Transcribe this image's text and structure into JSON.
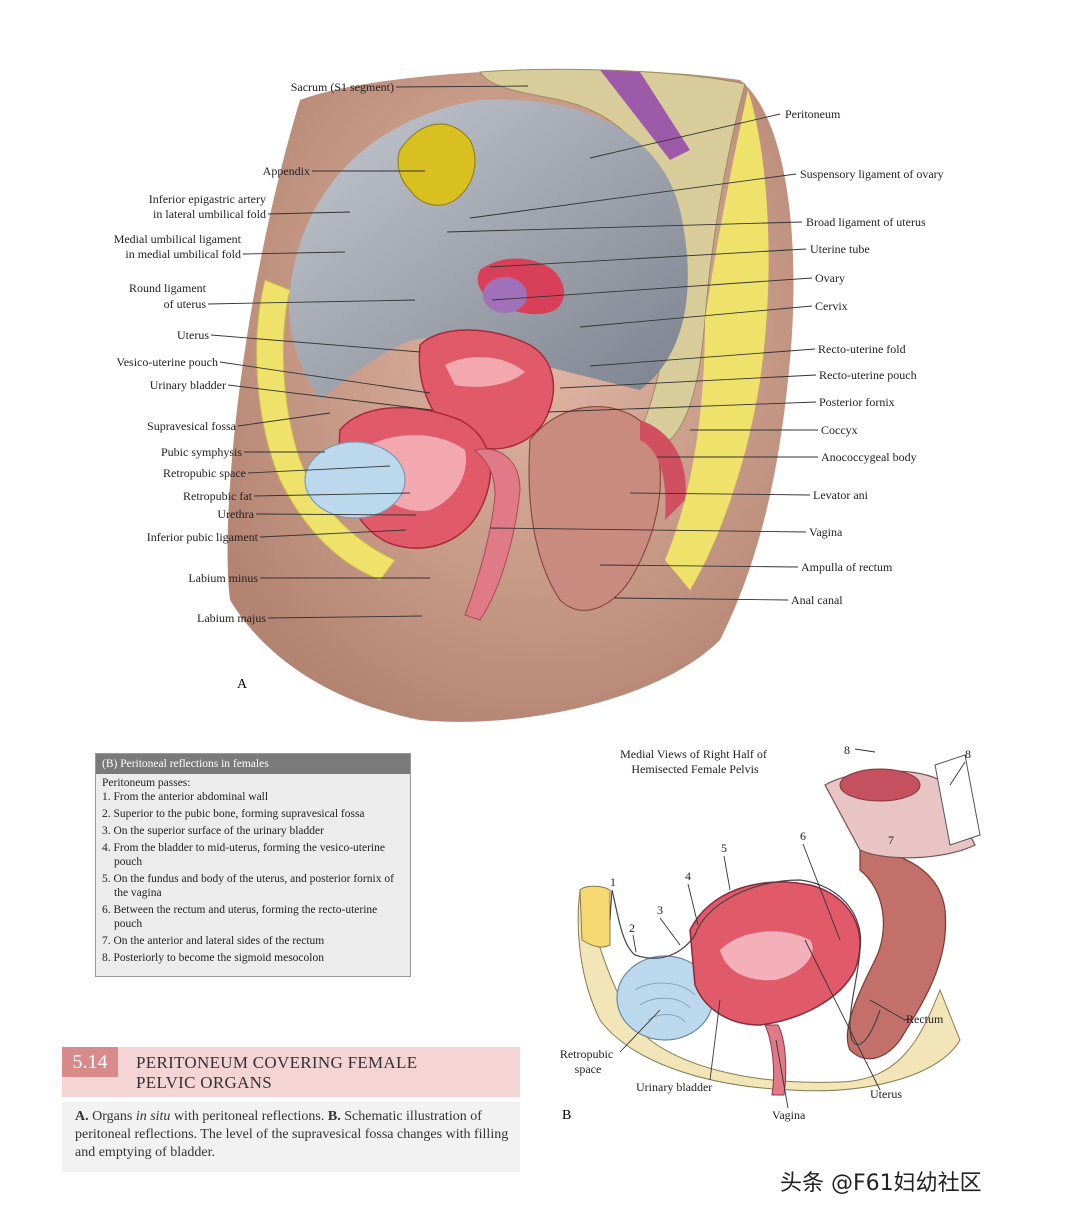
{
  "figure_a": {
    "panel_label": "A",
    "labels_left": [
      {
        "key": "sacrum",
        "lines": [
          "Sacrum (S1 segment)"
        ]
      },
      {
        "key": "appendix",
        "lines": [
          "Appendix"
        ]
      },
      {
        "key": "inf_epigastric",
        "lines": [
          "Inferior epigastric artery",
          "in lateral umbilical fold"
        ]
      },
      {
        "key": "medial_umbilical",
        "lines": [
          "Medial umbilical ligament",
          "in medial umbilical fold"
        ]
      },
      {
        "key": "round_lig",
        "lines": [
          "Round ligament",
          "of uterus"
        ]
      },
      {
        "key": "uterus",
        "lines": [
          "Uterus"
        ]
      },
      {
        "key": "vesico_pouch",
        "lines": [
          "Vesico-uterine pouch"
        ]
      },
      {
        "key": "bladder",
        "lines": [
          "Urinary bladder"
        ]
      },
      {
        "key": "supravesical",
        "lines": [
          "Supravesical fossa"
        ]
      },
      {
        "key": "pubic_symph",
        "lines": [
          "Pubic symphysis"
        ]
      },
      {
        "key": "retropubic_space",
        "lines": [
          "Retropubic space"
        ]
      },
      {
        "key": "retropubic_fat",
        "lines": [
          "Retropubic fat"
        ]
      },
      {
        "key": "urethra",
        "lines": [
          "Urethra"
        ]
      },
      {
        "key": "inf_pubic_lig",
        "lines": [
          "Inferior pubic ligament"
        ]
      },
      {
        "key": "labium_minus",
        "lines": [
          "Labium minus"
        ]
      },
      {
        "key": "labium_majus",
        "lines": [
          "Labium majus"
        ]
      }
    ],
    "labels_right": [
      {
        "key": "peritoneum",
        "lines": [
          "Peritoneum"
        ]
      },
      {
        "key": "suspensory",
        "lines": [
          "Suspensory ligament of ovary"
        ]
      },
      {
        "key": "broad_lig",
        "lines": [
          "Broad ligament of uterus"
        ]
      },
      {
        "key": "uterine_tube",
        "lines": [
          "Uterine tube"
        ]
      },
      {
        "key": "ovary",
        "lines": [
          "Ovary"
        ]
      },
      {
        "key": "cervix",
        "lines": [
          "Cervix"
        ]
      },
      {
        "key": "recto_fold",
        "lines": [
          "Recto-uterine fold"
        ]
      },
      {
        "key": "recto_pouch",
        "lines": [
          "Recto-uterine pouch"
        ]
      },
      {
        "key": "post_fornix",
        "lines": [
          "Posterior fornix"
        ]
      },
      {
        "key": "coccyx",
        "lines": [
          "Coccyx"
        ]
      },
      {
        "key": "anococcygeal",
        "lines": [
          "Anococcygeal body"
        ]
      },
      {
        "key": "levator_ani",
        "lines": [
          "Levator ani"
        ]
      },
      {
        "key": "vagina",
        "lines": [
          "Vagina"
        ]
      },
      {
        "key": "ampulla",
        "lines": [
          "Ampulla of rectum"
        ]
      },
      {
        "key": "anal_canal",
        "lines": [
          "Anal canal"
        ]
      }
    ]
  },
  "box_b": {
    "header": "(B) Peritoneal reflections in females",
    "intro": "Peritoneum passes:",
    "items": [
      "1. From the anterior abdominal wall",
      "2. Superior to the pubic bone, forming supravesical fossa",
      "3. On the superior surface of the urinary bladder",
      "4. From the bladder to mid-uterus, forming the vesico-uterine pouch",
      "5. On the fundus and body of the uterus, and posterior fornix of the vagina",
      "6. Between the rectum and uterus, forming the recto-uterine pouch",
      "7. On the anterior and lateral sides of the rectum",
      "8. Posteriorly to become the sigmoid mesocolon"
    ]
  },
  "figure_b": {
    "title_lines": [
      "Medial Views of Right Half of",
      "Hemisected Female Pelvis"
    ],
    "panel_label": "B",
    "numbers": [
      "1",
      "2",
      "3",
      "4",
      "5",
      "6",
      "7",
      "8",
      "8"
    ],
    "labels": {
      "rectum": "Rectum",
      "retropubic": [
        "Retropubic",
        "space"
      ],
      "bladder": "Urinary bladder",
      "vagina": "Vagina",
      "uterus": "Uterus"
    }
  },
  "caption": {
    "number": "5.14",
    "title_lines": [
      "PERITONEUM COVERING FEMALE",
      "PELVIC ORGANS"
    ],
    "part_a_label": "A.",
    "part_a_pre": " Organs ",
    "part_a_italic": "in situ",
    "part_a_post": " with peritoneal reflections. ",
    "part_b_label": "B.",
    "part_b_text": " Schematic illustration of peritoneal reflections. The level of the supravesical fossa changes with filling and emptying of bladder."
  },
  "watermark": "头条 @F61妇幼社区",
  "colors": {
    "bone": "#d8cc9a",
    "fat": "#efe26a",
    "peritoneum": "#9aa0aa",
    "uterus": "#e05a6a",
    "bladder": "#bcd8ec",
    "skin": "#c89a86",
    "tint": "#f4d4d4",
    "accent": "#d98a8a"
  }
}
